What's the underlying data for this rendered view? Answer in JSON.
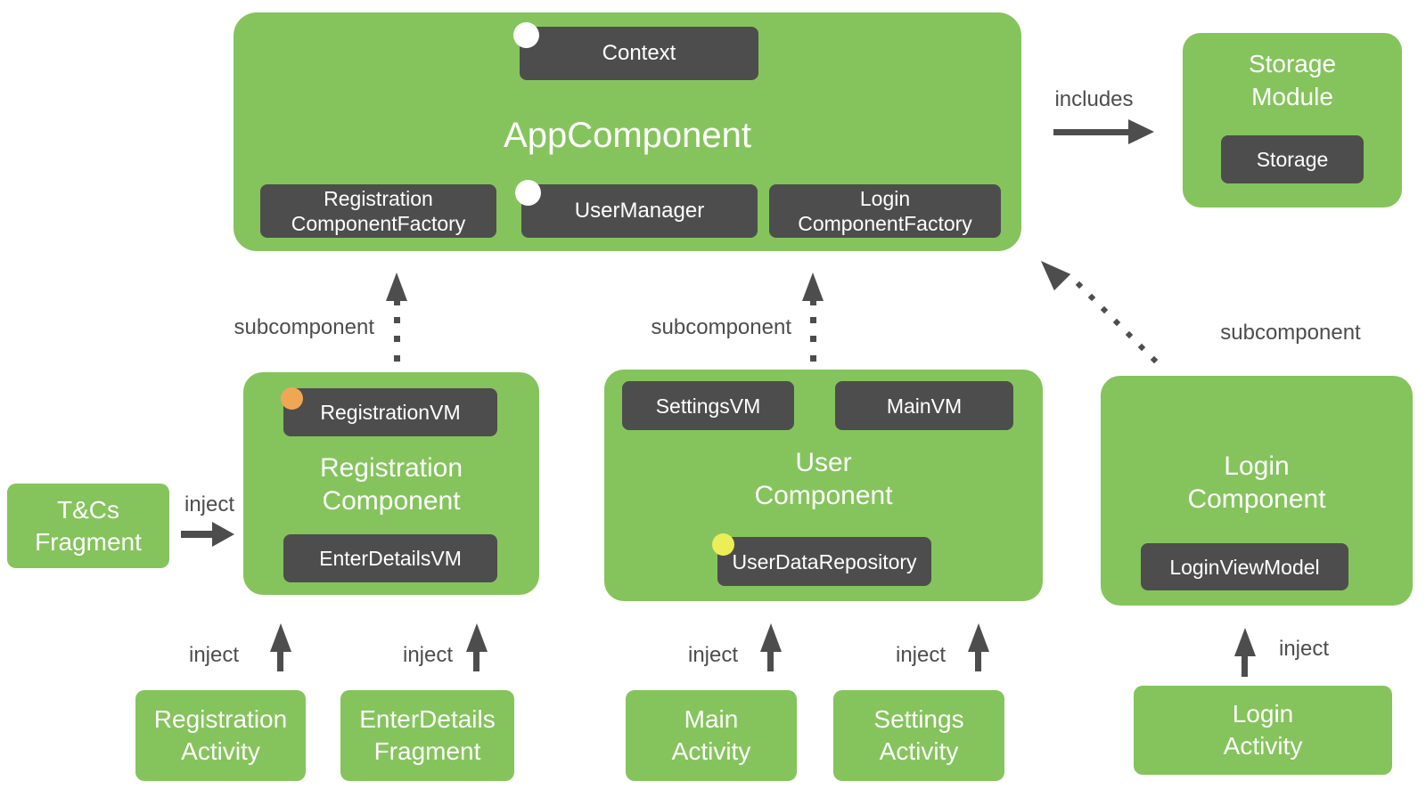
{
  "colors": {
    "green": "#85C45C",
    "dark_gray": "#4D4D4D",
    "white_dot": "#FFFFFF",
    "orange_dot": "#F0A755",
    "yellow_dot": "#ECEE58",
    "annotation_text": "#4D4D4D"
  },
  "nodes": {
    "app": {
      "title": "AppComponent",
      "context": "Context",
      "registration_component_factory": "Registration\nComponentFactory",
      "user_manager": "UserManager",
      "login_component_factory": "Login\nComponentFactory"
    },
    "storage": {
      "title": "Storage\nModule",
      "storage_item": "Storage"
    },
    "registration": {
      "title": "Registration\nComponent",
      "registration_vm": "RegistrationVM",
      "enter_details_vm": "EnterDetailsVM"
    },
    "user": {
      "title": "User\nComponent",
      "settings_vm": "SettingsVM",
      "main_vm": "MainVM",
      "user_data_repository": "UserDataRepository"
    },
    "login": {
      "title": "Login\nComponent",
      "login_view_model": "LoginViewModel"
    },
    "tcs_fragment": {
      "title": "T&Cs\nFragment"
    },
    "activities": {
      "registration_activity": "Registration\nActivity",
      "enter_details_fragment": "EnterDetails\nFragment",
      "main_activity": "Main\nActivity",
      "settings_activity": "Settings\nActivity",
      "login_activity": "Login\nActivity"
    }
  },
  "edges": {
    "includes_label": "includes",
    "inject_label": "inject",
    "subcomponent_label": "subcomponent"
  }
}
